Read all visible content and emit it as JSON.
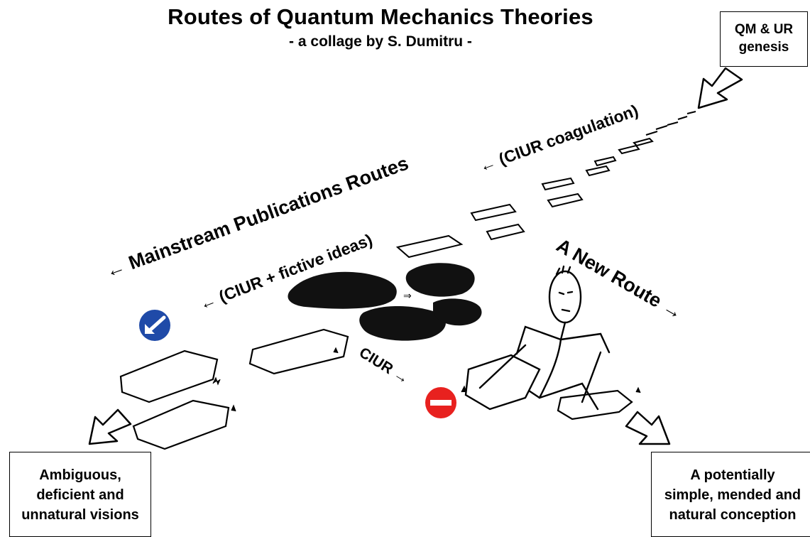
{
  "title": "Routes of Quantum Mechanics Theories",
  "subtitle": "- a  collage by S. Dumitru -",
  "qm_box": {
    "line1": "QM & UR",
    "line2": "genesis"
  },
  "left_box": {
    "line1": "Ambiguous,",
    "line2": "deficient and",
    "line3": "unnatural visions"
  },
  "right_box": {
    "line1": "A potentially",
    "line2": "simple, mended and",
    "line3": "natural conception"
  },
  "routes": {
    "mainstream": "← Mainstream Publications Routes",
    "coagulation": "← (CIUR coagulation)",
    "fictive": "← (CIUR + fictive ideas)",
    "new_route": "A New  Route →",
    "ciur": "CIUR →",
    "small_arrow": "⇒"
  },
  "colors": {
    "blue_sign": "#1f4aa8",
    "red_sign": "#e8211f",
    "ink": "#000000"
  },
  "icons": {
    "keep_left_sign": "blue-keep-left-sign-icon",
    "no_entry_sign": "red-no-entry-sign-icon"
  }
}
